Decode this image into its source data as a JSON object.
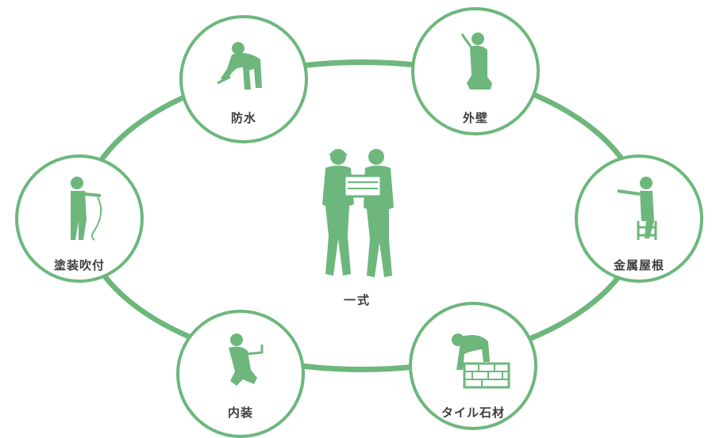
{
  "colors": {
    "accent": "#6db77c",
    "label": "#3d3d3d",
    "background": "#ffffff"
  },
  "center": {
    "label": "一式",
    "icon": "two-workers-with-plan-icon"
  },
  "nodes": [
    {
      "label": "防水",
      "icon": "waterproofing-worker-icon"
    },
    {
      "label": "外壁",
      "icon": "wall-painter-icon"
    },
    {
      "label": "金属屋根",
      "icon": "roofer-on-ladder-icon"
    },
    {
      "label": "タイル石材",
      "icon": "tile-mason-icon"
    },
    {
      "label": "内装",
      "icon": "interior-worker-icon"
    },
    {
      "label": "塗装吹付",
      "icon": "spray-painter-icon"
    }
  ]
}
